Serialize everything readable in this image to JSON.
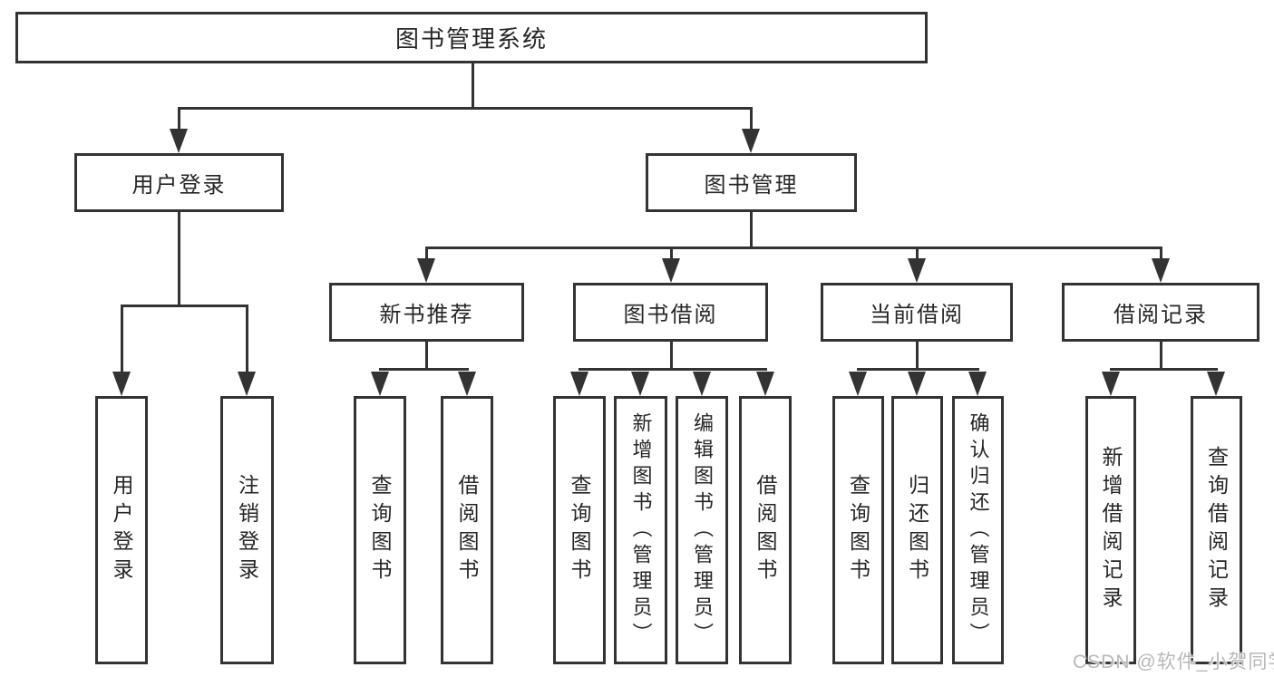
{
  "tree": {
    "label": "图书管理系统",
    "children": [
      {
        "label": "用户登录",
        "children": [
          {
            "label": "用户登录"
          },
          {
            "label": "注销登录"
          }
        ]
      },
      {
        "label": "图书管理",
        "children": [
          {
            "label": "新书推荐",
            "children": [
              {
                "label": "查询图书"
              },
              {
                "label": "借阅图书"
              }
            ]
          },
          {
            "label": "图书借阅",
            "children": [
              {
                "label": "查询图书"
              },
              {
                "label": "新增图书（管理员）"
              },
              {
                "label": "编辑图书（管理员）"
              },
              {
                "label": "借阅图书"
              }
            ]
          },
          {
            "label": "当前借阅",
            "children": [
              {
                "label": "查询图书"
              },
              {
                "label": "归还图书"
              },
              {
                "label": "确认归还（管理员）"
              }
            ]
          },
          {
            "label": "借阅记录",
            "children": [
              {
                "label": "新增借阅记录"
              },
              {
                "label": "查询借阅记录"
              }
            ]
          }
        ]
      }
    ]
  },
  "watermark": {
    "text": "CSDN @软件_小贺同学"
  },
  "colors": {
    "line": "#333333",
    "node_text": "#262626",
    "background": "#ffffff",
    "watermark": "#b8b8b8"
  }
}
